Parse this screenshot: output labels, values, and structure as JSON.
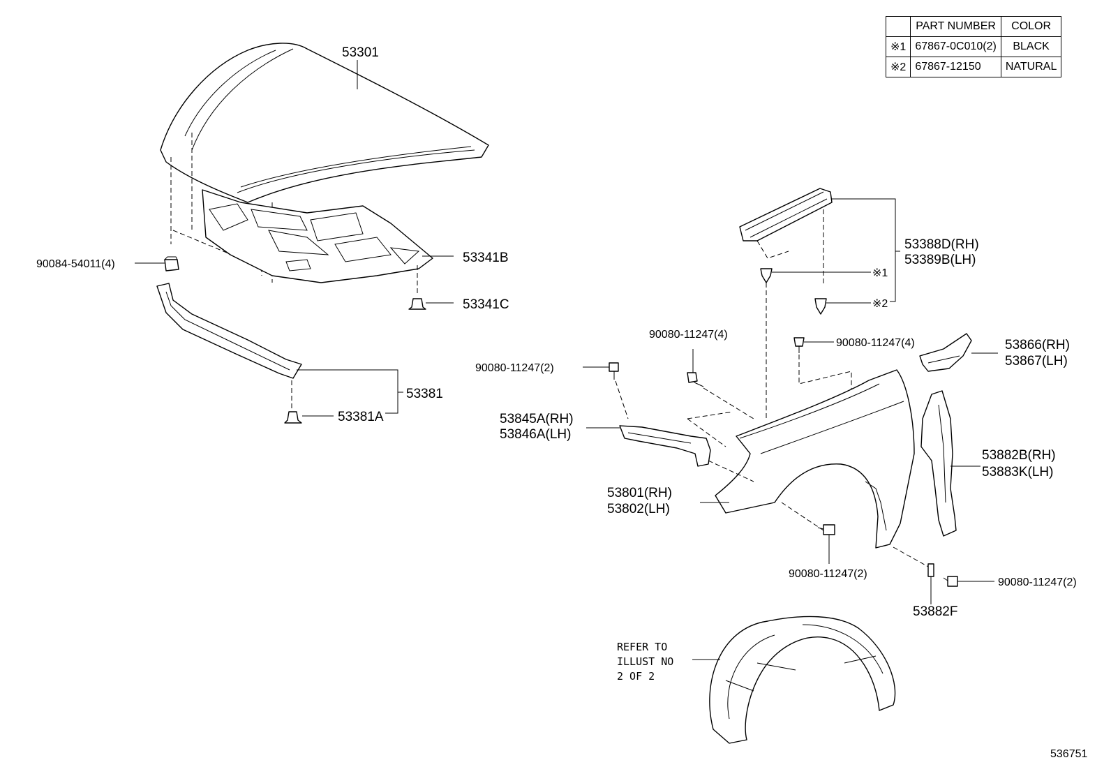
{
  "legend": {
    "headers": [
      "",
      "PART NUMBER",
      "COLOR"
    ],
    "rows": [
      {
        "mark": "※1",
        "part_number": "67867-0C010(2)",
        "color": "BLACK"
      },
      {
        "mark": "※2",
        "part_number": "67867-12150",
        "color": "NATURAL"
      }
    ]
  },
  "callouts": {
    "hood": "53301",
    "hood_insulator": "53341B",
    "hood_insulator_clip": "53341C",
    "hood_bumper": "90084-54011(4)",
    "hood_seal": "53381",
    "hood_seal_clip": "53381A",
    "fender_seal_rh": "53388D(RH)",
    "fender_seal_lh": "53389B(LH)",
    "clip_mark_1": "※1",
    "clip_mark_2": "※2",
    "bolt_top_center": "90080-11247(4)",
    "bolt_top_right": "90080-11247(4)",
    "bolt_left": "90080-11247(2)",
    "bracket_rh": "53866(RH)",
    "bracket_lh": "53867(LH)",
    "fender_bracket_rh": "53845A(RH)",
    "fender_bracket_lh": "53846A(LH)",
    "fender_liner_rh": "53882B(RH)",
    "fender_liner_lh": "53883K(LH)",
    "fender_rh": "53801(RH)",
    "fender_lh": "53802(LH)",
    "bolt_bottom_center": "90080-11247(2)",
    "bolt_bottom_right": "90080-11247(2)",
    "fender_pad": "53882F",
    "refer_line1": "REFER TO",
    "refer_line2": "ILLUST NO",
    "refer_line3": "2 OF 2"
  },
  "diagram_id": "536751"
}
